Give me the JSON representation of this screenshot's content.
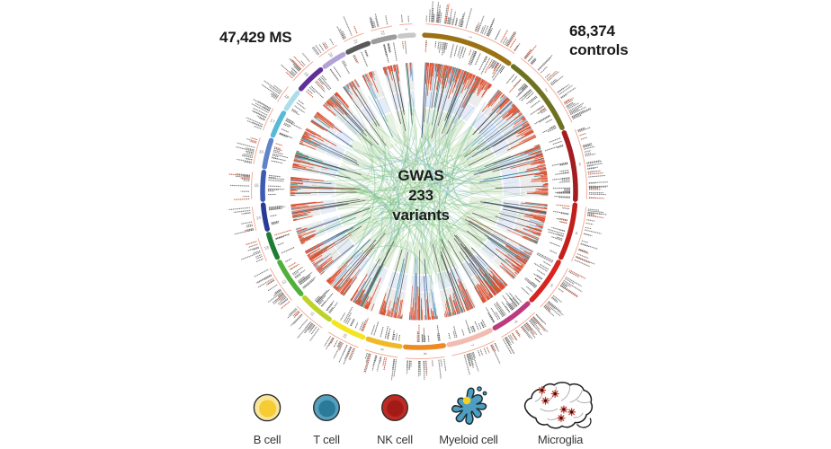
{
  "header": {
    "left": "47,429 MS",
    "right_line1": "68,374",
    "right_line2": "controls"
  },
  "center_label": {
    "line1": "GWAS",
    "line2": "233",
    "line3": "variants"
  },
  "legend": {
    "items": [
      {
        "label": "B cell",
        "icon": "b-cell-icon",
        "outer_color": "#F8E59A",
        "inner_color": "#F6CC33"
      },
      {
        "label": "T cell",
        "icon": "t-cell-icon",
        "outer_color": "#55A0BE",
        "inner_color": "#2C7A9B"
      },
      {
        "label": "NK cell",
        "icon": "nk-cell-icon",
        "outer_color": "#BF2A23",
        "inner_color": "#A21B17"
      },
      {
        "label": "Myeloid cell",
        "icon": "myeloid-cell-icon",
        "body_color": "#4D9EC2",
        "nucleus_color": "#F7D025"
      },
      {
        "label": "Microglia",
        "icon": "microglia-brain-icon",
        "accent_color": "#C23B2E"
      }
    ]
  },
  "chart_data": {
    "type": "circos",
    "title": "GWAS 233 variants",
    "cases_label": "47,429 MS",
    "controls_label": "68,374 controls",
    "variants_count": 233,
    "legend_entries": [
      "B cell",
      "T cell",
      "NK cell",
      "Myeloid cell",
      "Microglia"
    ],
    "ring_outline_color": "#F4AE9B",
    "track_band_colors": [
      "#ECECEC",
      "#E6ECF7",
      "#E6F1E0"
    ],
    "gene_label_colors": {
      "default": "#6F6F6F",
      "highlight": "#CE4B28"
    },
    "tick_colors": [
      "#E0502F",
      "#EC8266",
      "#82AED6",
      "#3F9C90"
    ],
    "line_colors": [
      "#4A4A4A",
      "#77A7D2",
      "#2F8C84",
      "#B5492E",
      "#A7C9E8",
      "#274E8D"
    ],
    "chord_colors": {
      "green": "#77BE77",
      "blue": "#7FB2DC",
      "teal": "#46A894"
    },
    "chromosome_number_color": "#7A7A7A",
    "chromosomes": [
      {
        "id": "1",
        "start": 2,
        "end": 35,
        "density": 1.3,
        "color": "#9A7213"
      },
      {
        "id": "2",
        "start": 37,
        "end": 66,
        "density": 1.0,
        "color": "#6E7220"
      },
      {
        "id": "3",
        "start": 68,
        "end": 93,
        "density": 1.0,
        "color": "#A31D20"
      },
      {
        "id": "4",
        "start": 95,
        "end": 115,
        "density": 0.9,
        "color": "#C3201C"
      },
      {
        "id": "5",
        "start": 117,
        "end": 134,
        "density": 1.0,
        "color": "#D8231F"
      },
      {
        "id": "6",
        "start": 136,
        "end": 151,
        "density": 1.6,
        "color": "#BB3A80"
      },
      {
        "id": "7",
        "start": 153,
        "end": 169,
        "density": 0.9,
        "color": "#F2BCB2"
      },
      {
        "id": "8",
        "start": 171,
        "end": 185,
        "density": 1.0,
        "color": "#EE8A20"
      },
      {
        "id": "9",
        "start": 187,
        "end": 199,
        "density": 0.9,
        "color": "#F0B927"
      },
      {
        "id": "10",
        "start": 201,
        "end": 213,
        "density": 1.0,
        "color": "#F3E520"
      },
      {
        "id": "11",
        "start": 215,
        "end": 227,
        "density": 1.1,
        "color": "#BFD22A"
      },
      {
        "id": "12",
        "start": 229,
        "end": 243,
        "density": 1.2,
        "color": "#52AF3B"
      },
      {
        "id": "13",
        "start": 245,
        "end": 254,
        "density": 0.7,
        "color": "#1F7D33"
      },
      {
        "id": "14",
        "start": 256,
        "end": 265,
        "density": 0.9,
        "color": "#2A3B95"
      },
      {
        "id": "15",
        "start": 267,
        "end": 277,
        "density": 0.9,
        "color": "#3D5BB0"
      },
      {
        "id": "16",
        "start": 279,
        "end": 289,
        "density": 1.1,
        "color": "#5F83C8"
      },
      {
        "id": "17",
        "start": 291,
        "end": 300,
        "density": 1.2,
        "color": "#57BAD9"
      },
      {
        "id": "18",
        "start": 302,
        "end": 309,
        "density": 0.7,
        "color": "#ACDEEA"
      },
      {
        "id": "19",
        "start": 311,
        "end": 321,
        "density": 1.1,
        "color": "#5F2E97"
      },
      {
        "id": "20",
        "start": 323,
        "end": 331,
        "density": 0.7,
        "color": "#B2A2D8"
      },
      {
        "id": "21",
        "start": 333,
        "end": 341,
        "density": 0.6,
        "color": "#595959"
      },
      {
        "id": "22",
        "start": 343,
        "end": 351,
        "density": 0.9,
        "color": "#9C9C9C"
      },
      {
        "id": "x",
        "start": 353,
        "end": 358,
        "density": 0.35,
        "color": "#C8C8C8"
      }
    ]
  }
}
